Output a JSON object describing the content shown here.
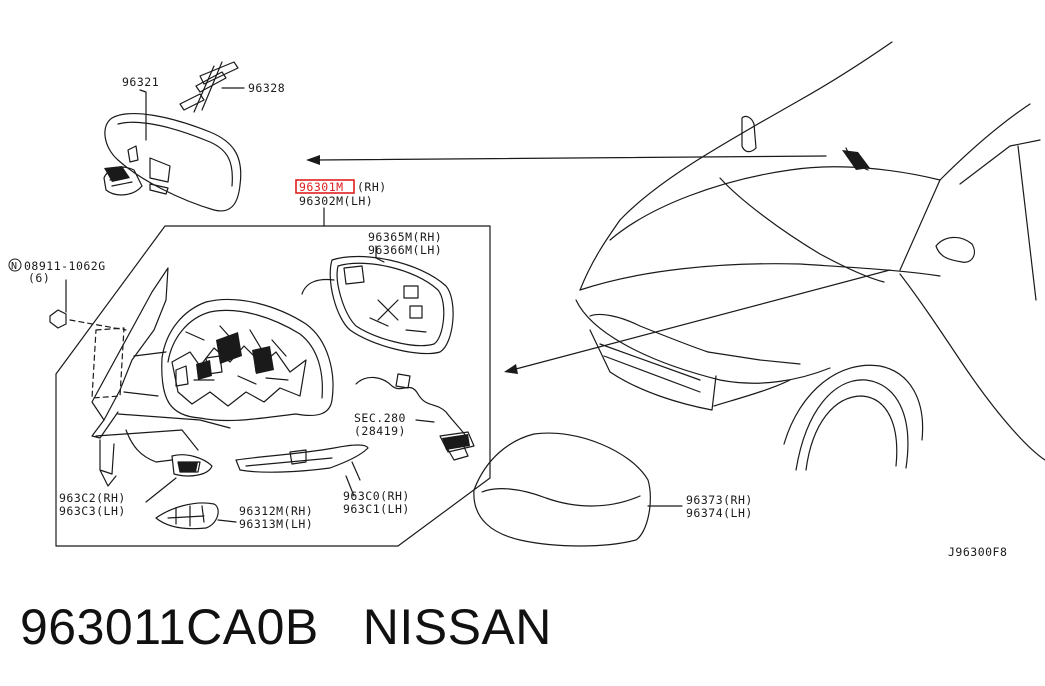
{
  "labels": {
    "p96321": "96321",
    "p96328": "96328",
    "p96301m": "96301M",
    "rh_1": "(RH)",
    "p96302m": "96302M(LH)",
    "p96365m": "96365M(RH)",
    "p96366m": "96366M(LH)",
    "nut_code": "08911-1062G",
    "nut_qty": "(6)",
    "sec_280": "SEC.280",
    "sec_280_ref": "(28419)",
    "p963c2": "963C2(RH)",
    "p963c3": "963C3(LH)",
    "p96312m": "96312M(RH)",
    "p96313m": "96313M(LH)",
    "p963c0": "963C0(RH)",
    "p963c1": "963C1(LH)",
    "p96373": "96373(RH)",
    "p96374": "96374(LH)",
    "diagram_code": "J96300F8"
  },
  "footer": {
    "part_number": "963011CA0B",
    "brand": "NISSAN"
  },
  "colors": {
    "highlight": "#e02020",
    "line": "#1a1a1a"
  }
}
